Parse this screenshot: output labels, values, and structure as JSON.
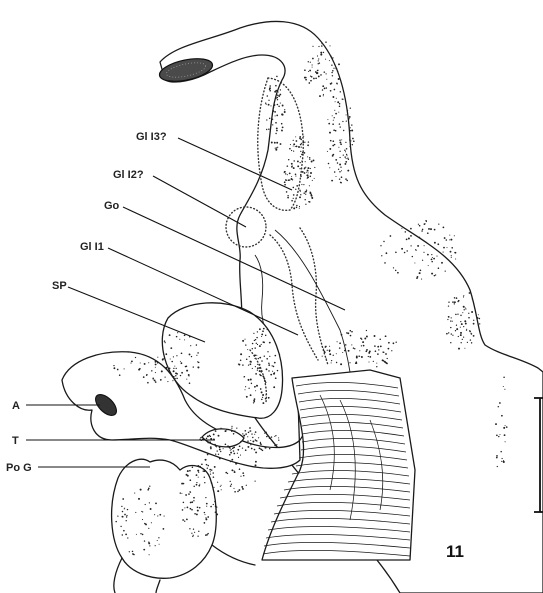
{
  "figure_number": "11",
  "labels": {
    "gl_i3": "Gl I3?",
    "gl_i2": "Gl I2?",
    "go": "Go",
    "gl_i1": "Gl I1",
    "sp": "SP",
    "a": "A",
    "t": "T",
    "pog": "Po G"
  }
}
